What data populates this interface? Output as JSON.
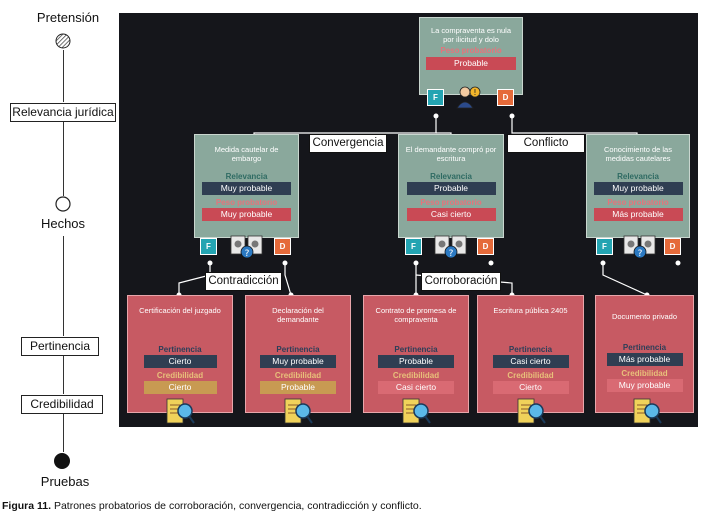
{
  "legend": {
    "pretension": "Pretensión",
    "relevancia": "Relevancia jurídica",
    "hechos": "Hechos",
    "pertinencia": "Pertinencia",
    "credibilidad": "Credibilidad",
    "pruebas": "Pruebas"
  },
  "top": {
    "title": "La compraventa es nula por ilicitud y dolo",
    "peso_label": "Peso probatorio",
    "peso_value": "Probable",
    "f": "F",
    "d": "D"
  },
  "facts": [
    {
      "title": "Medida cautelar de embargo",
      "relevancia_label": "Relevancia",
      "relevancia": "Muy probable",
      "peso_label": "Peso probatorio",
      "peso": "Muy probable",
      "f": "F",
      "d": "D"
    },
    {
      "title": "El demandante compró por escritura",
      "relevancia_label": "Relevancia",
      "relevancia": "Probable",
      "peso_label": "Peso probatorio",
      "peso": "Casi cierto",
      "f": "F",
      "d": "D"
    },
    {
      "title": "Conocimiento de las medidas cautelares",
      "relevancia_label": "Relevancia",
      "relevancia": "Muy probable",
      "peso_label": "Peso probatorio",
      "peso": "Más probable",
      "f": "F",
      "d": "D"
    }
  ],
  "evidence": [
    {
      "title": "Certificación del juzgado",
      "pert_label": "Pertinencia",
      "pert": "Cierto",
      "cred_label": "Credibilidad",
      "cred": "Cierto"
    },
    {
      "title": "Declaración del demandante",
      "pert_label": "Pertinencia",
      "pert": "Muy probable",
      "cred_label": "Credibilidad",
      "cred": "Probable"
    },
    {
      "title": "Contrato de promesa de compraventa",
      "pert_label": "Pertinencia",
      "pert": "Probable",
      "cred_label": "Credibilidad",
      "cred": "Casi cierto"
    },
    {
      "title": "Escritura pública 2405",
      "pert_label": "Pertinencia",
      "pert": "Casi cierto",
      "cred_label": "Credibilidad",
      "cred": "Cierto"
    },
    {
      "title": "Documento privado",
      "pert_label": "Pertinencia",
      "pert": "Más probable",
      "cred_label": "Credibilidad",
      "cred": "Muy probable"
    }
  ],
  "connectors": {
    "convergencia": "Convergencia",
    "conflicto": "Conflicto",
    "contradiccion": "Contradicción",
    "corroboracion": "Corroboración"
  },
  "caption": {
    "label": "Figura 11.",
    "text": "Patrones probatorios de corroboración, convergencia, contradicción y conflicto."
  }
}
